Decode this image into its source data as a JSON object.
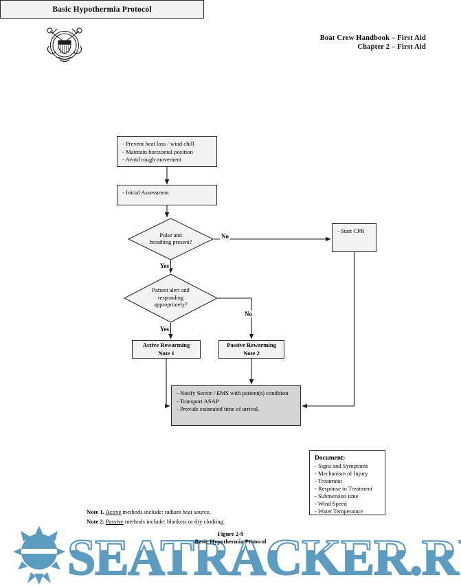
{
  "header": {
    "line1": "Boat Crew Handbook – First Aid",
    "line2": "Chapter 2 – First Aid",
    "seal_icon": "us-coast-guard-seal-icon"
  },
  "title": "Basic Hypothermia Protocol",
  "flow": {
    "prevent": [
      "- Prevent heat loss / wind chill",
      "- Maintain horizontal position",
      "- Avoid rough movement"
    ],
    "initial": "- Initial Assessment",
    "decision_pulse": [
      "Pulse and",
      "breathing present?"
    ],
    "decision_alert": [
      "Patient alert and",
      "responding",
      "appropriately?"
    ],
    "cpr": "- Start CPR",
    "active": [
      "Active Rewarming",
      "Note 1"
    ],
    "passive": [
      "Passive Rewarming",
      "Note 2"
    ],
    "notify": [
      "- Notify Sector / EMS with patient(s) condition",
      "- Transport ASAP",
      "- Provide estimated time of arrival."
    ],
    "labels": {
      "no_pulse": "No",
      "yes_pulse": "Yes",
      "yes_alert": "Yes",
      "no_alert": "No"
    }
  },
  "document_box": {
    "heading": "Document:",
    "items": [
      "- Signs and Symptoms",
      "- Mechanism of Injury",
      "- Treatment",
      "- Response to Treatment",
      "- Submersion time",
      "- Wind Speed",
      "- Water Temperature"
    ]
  },
  "notes": {
    "note1_label": "Note 1.",
    "note1_term": "Active",
    "note1_text": " methods include: radiant heat source.",
    "note2_label": "Note 2.",
    "note2_term": "Passive",
    "note2_text": " methods include: blankets or dry clothing."
  },
  "caption": {
    "line1": "Figure 2-9",
    "line2": "Basic Hypothermia Protocol"
  },
  "watermark": {
    "text": "SEATRACKER.RU",
    "color": "#5b9cc0",
    "logo_icon": "sunburst-icon"
  },
  "colors": {
    "node_fill": "#f2f2f2",
    "notify_fill": "#d4d4d4",
    "stroke": "#2b2b2b"
  }
}
